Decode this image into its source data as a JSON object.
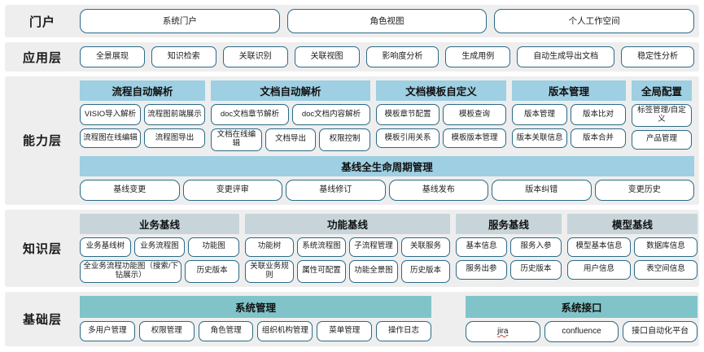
{
  "rows": {
    "portal": {
      "label": "门户",
      "items": [
        "系统门户",
        "角色视图",
        "个人工作空间"
      ]
    },
    "application": {
      "label": "应用层",
      "items": [
        "全景展现",
        "知识检索",
        "关联识别",
        "关联视图",
        "影响度分析",
        "生成用例",
        "自动生成导出文档",
        "稳定性分析"
      ]
    },
    "capability": {
      "label": "能力层",
      "groups": [
        {
          "title": "流程自动解析",
          "rows": [
            [
              "VISIO导入解析",
              "流程图前端展示"
            ],
            [
              "流程图在线编辑",
              "流程图导出"
            ]
          ]
        },
        {
          "title": "文档自动解析",
          "rows": [
            [
              "doc文档章节解析",
              "doc文档内容解析"
            ],
            [
              "文档在线编辑",
              "文档导出",
              "权限控制"
            ]
          ]
        },
        {
          "title": "文档模板自定义",
          "rows": [
            [
              "模板章节配置",
              "模板查询"
            ],
            [
              "模板引用关系",
              "模板版本管理"
            ]
          ]
        },
        {
          "title": "版本管理",
          "rows": [
            [
              "版本管理",
              "版本比对"
            ],
            [
              "版本关联信息",
              "版本合并"
            ]
          ]
        },
        {
          "title": "全局配置",
          "rows": [
            [
              "标签管理/自定义"
            ],
            [
              "产品管理"
            ]
          ]
        }
      ],
      "lifecycle": {
        "title": "基线全生命周期管理",
        "items": [
          "基线变更",
          "变更评审",
          "基线修订",
          "基线发布",
          "版本纠错",
          "变更历史"
        ]
      }
    },
    "knowledge": {
      "label": "知识层",
      "groups": [
        {
          "title": "业务基线",
          "rows": [
            [
              "业务基线树",
              "业务流程图",
              "功能图"
            ],
            [
              "全业务流程功能图（搜索/下钻展示）",
              "历史版本"
            ]
          ]
        },
        {
          "title": "功能基线",
          "rows": [
            [
              "功能树",
              "系统流程图",
              "子流程管理",
              "关联服务"
            ],
            [
              "关联业务规则",
              "属性可配置",
              "功能全景图",
              "历史版本"
            ]
          ]
        },
        {
          "title": "服务基线",
          "rows": [
            [
              "基本信息",
              "服务入参"
            ],
            [
              "服务出参",
              "历史版本"
            ]
          ]
        },
        {
          "title": "模型基线",
          "rows": [
            [
              "模型基本信息",
              "数据库信息"
            ],
            [
              "用户信息",
              "表空间信息"
            ]
          ]
        }
      ]
    },
    "foundation": {
      "label": "基础层",
      "columns": [
        {
          "title": "系统管理",
          "items": [
            "多用户管理",
            "权限管理",
            "角色管理",
            "组织机构管理",
            "菜单管理",
            "操作日志"
          ]
        },
        {
          "title": "系统接口",
          "items": [
            "jira",
            "confluence",
            "接口自动化平台"
          ]
        }
      ]
    }
  },
  "colors": {
    "band_bg": "#eeeeee",
    "pill_border": "#2b6a86",
    "capability_header": "#9ecfe2",
    "knowledge_header": "#c7d5da",
    "foundation_header": "#80c4c9",
    "page_bg": "#ffffff",
    "spellcheck_underline": "#e23b2e"
  }
}
